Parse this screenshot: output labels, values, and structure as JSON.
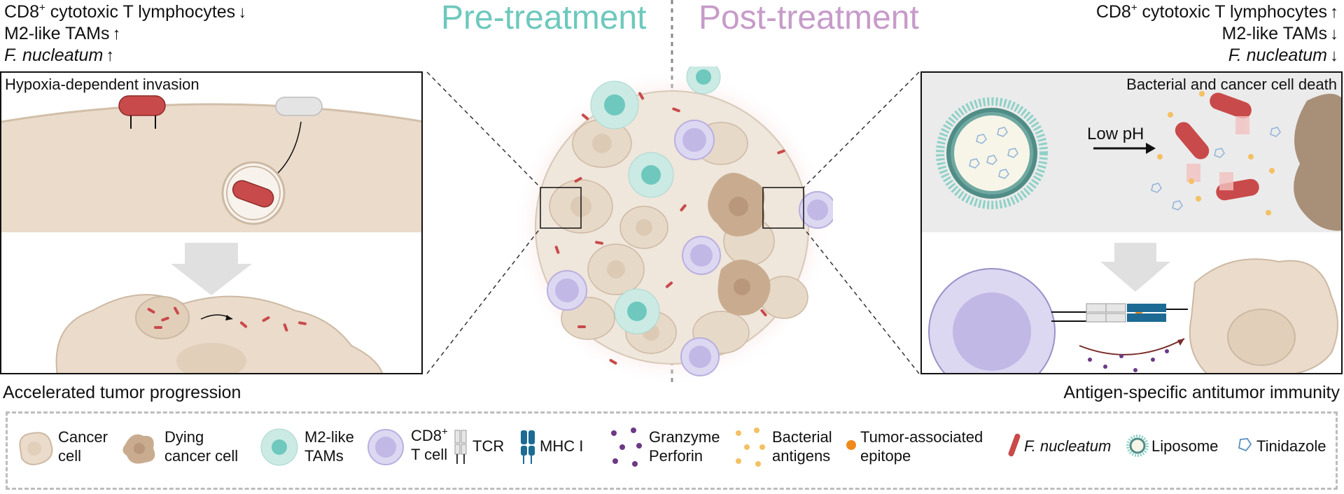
{
  "left_stats": [
    {
      "label": "CD8",
      "sup": "+",
      "rest": " cytotoxic T lymphocytes",
      "arrow": "↓"
    },
    {
      "label": "M2-like TAMs",
      "sup": "",
      "rest": "",
      "arrow": "↑"
    },
    {
      "label": "F. nucleatum",
      "sup": "",
      "rest": "",
      "arrow": "↑"
    }
  ],
  "right_stats": [
    {
      "label": "CD8",
      "sup": "+",
      "rest": " cytotoxic T lymphocytes",
      "arrow": "↑"
    },
    {
      "label": "M2-like TAMs",
      "sup": "",
      "rest": "",
      "arrow": "↓"
    },
    {
      "label": "F. nucleatum",
      "sup": "",
      "rest": "",
      "arrow": "↓"
    }
  ],
  "headings": {
    "pre": "Pre-treatment",
    "post": "Post-treatment"
  },
  "left_panel": {
    "title": "Hypoxia-dependent invasion"
  },
  "right_panel": {
    "title": "Bacterial and cancer cell death",
    "ph_label": "Low pH"
  },
  "captions": {
    "left": "Accelerated tumor progression",
    "right": "Antigen-specific antitumor immunity"
  },
  "legend": {
    "cancer_cell": [
      "Cancer",
      "cell"
    ],
    "dying_cell": [
      "Dying",
      "cancer cell"
    ],
    "tam": [
      "M2-like",
      "TAMs"
    ],
    "cd8": [
      "CD8",
      "+",
      "T cell"
    ],
    "tcr": "TCR",
    "mhc": "MHC I",
    "granzyme": [
      "Granzyme",
      "Perforin"
    ],
    "bact_antigens": [
      "Bacterial",
      "antigens"
    ],
    "epitope": [
      "Tumor-associated",
      "epitope"
    ],
    "fn": "F. nucleatum",
    "liposome": "Liposome",
    "tinidazole": "Tinidazole"
  },
  "colors": {
    "pre": "#6ec8bd",
    "post": "#c79bc9",
    "bacteria": "#c94a4a",
    "cancer": "#eadbcb",
    "tam": "#bfe6df",
    "tcell": "#d9d3ef",
    "mhc": "#1d6b94"
  }
}
